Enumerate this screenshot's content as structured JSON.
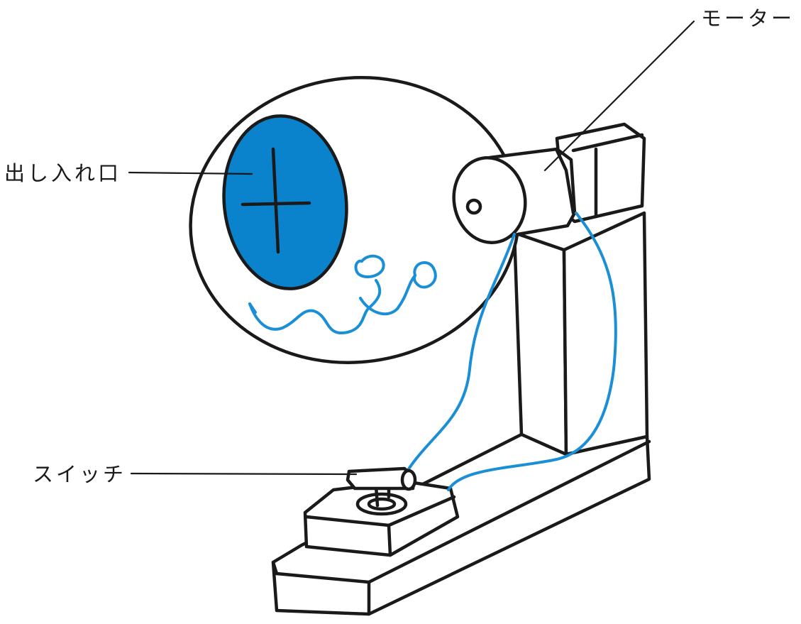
{
  "labels": {
    "motor": "モーター",
    "door": "出し入れ口",
    "switch": "スイッチ"
  },
  "colors": {
    "ink": "#1a1a1a",
    "door_fill": "#0a82cc",
    "wire": "#1a8fd6",
    "background": "#ffffff"
  }
}
